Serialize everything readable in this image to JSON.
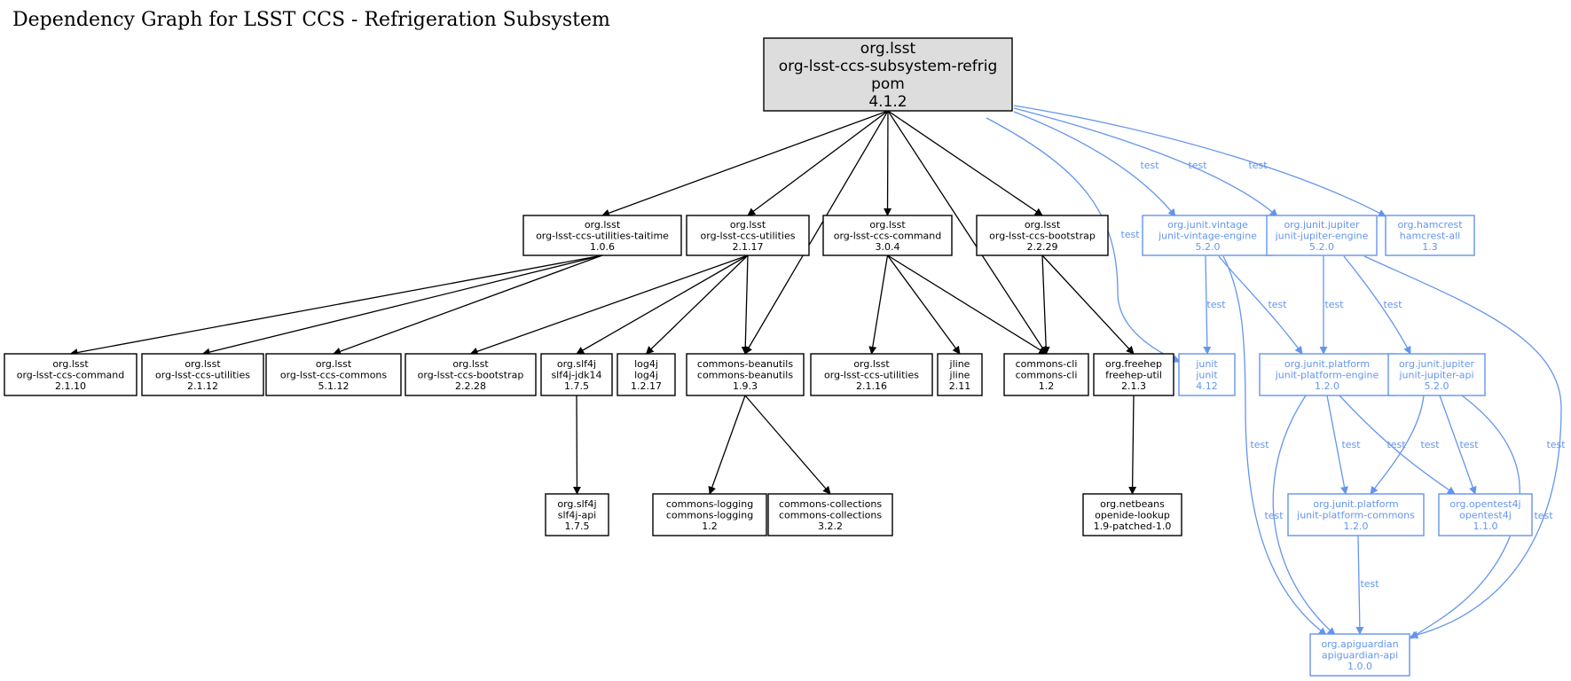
{
  "title": "Dependency Graph for LSST CCS - Refrigeration Subsystem",
  "colors": {
    "compile": "#000000",
    "test": "#6495ed",
    "root_fill": "#dddddd",
    "node_fill": "#ffffff"
  },
  "nodes": [
    {
      "id": "root",
      "lines": [
        "org.lsst",
        "org-lsst-ccs-subsystem-refrig",
        "pom",
        "4.1.2"
      ],
      "scope": "root"
    },
    {
      "id": "taitime",
      "lines": [
        "org.lsst",
        "org-lsst-ccs-utilities-taitime",
        "1.0.6"
      ],
      "scope": "compile"
    },
    {
      "id": "utilities_2117",
      "lines": [
        "org.lsst",
        "org-lsst-ccs-utilities",
        "2.1.17"
      ],
      "scope": "compile"
    },
    {
      "id": "command_304",
      "lines": [
        "org.lsst",
        "org-lsst-ccs-command",
        "3.0.4"
      ],
      "scope": "compile"
    },
    {
      "id": "bootstrap_2229",
      "lines": [
        "org.lsst",
        "org-lsst-ccs-bootstrap",
        "2.2.29"
      ],
      "scope": "compile"
    },
    {
      "id": "vintage",
      "lines": [
        "org.junit.vintage",
        "junit-vintage-engine",
        "5.2.0"
      ],
      "scope": "test"
    },
    {
      "id": "jupiter_engine",
      "lines": [
        "org.junit.jupiter",
        "junit-jupiter-engine",
        "5.2.0"
      ],
      "scope": "test"
    },
    {
      "id": "hamcrest",
      "lines": [
        "org.hamcrest",
        "hamcrest-all",
        "1.3"
      ],
      "scope": "test"
    },
    {
      "id": "command_2110",
      "lines": [
        "org.lsst",
        "org-lsst-ccs-command",
        "2.1.10"
      ],
      "scope": "compile"
    },
    {
      "id": "utilities_2112",
      "lines": [
        "org.lsst",
        "org-lsst-ccs-utilities",
        "2.1.12"
      ],
      "scope": "compile"
    },
    {
      "id": "commons_5112",
      "lines": [
        "org.lsst",
        "org-lsst-ccs-commons",
        "5.1.12"
      ],
      "scope": "compile"
    },
    {
      "id": "bootstrap_2228",
      "lines": [
        "org.lsst",
        "org-lsst-ccs-bootstrap",
        "2.2.28"
      ],
      "scope": "compile"
    },
    {
      "id": "slf4j_jdk14",
      "lines": [
        "org.slf4j",
        "slf4j-jdk14",
        "1.7.5"
      ],
      "scope": "compile"
    },
    {
      "id": "log4j",
      "lines": [
        "log4j",
        "log4j",
        "1.2.17"
      ],
      "scope": "compile"
    },
    {
      "id": "beanutils",
      "lines": [
        "commons-beanutils",
        "commons-beanutils",
        "1.9.3"
      ],
      "scope": "compile"
    },
    {
      "id": "utilities_2116",
      "lines": [
        "org.lsst",
        "org-lsst-ccs-utilities",
        "2.1.16"
      ],
      "scope": "compile"
    },
    {
      "id": "jline",
      "lines": [
        "jline",
        "jline",
        "2.11"
      ],
      "scope": "compile"
    },
    {
      "id": "commons_cli",
      "lines": [
        "commons-cli",
        "commons-cli",
        "1.2"
      ],
      "scope": "compile"
    },
    {
      "id": "freehep",
      "lines": [
        "org.freehep",
        "freehep-util",
        "2.1.3"
      ],
      "scope": "compile"
    },
    {
      "id": "junit",
      "lines": [
        "junit",
        "junit",
        "4.12"
      ],
      "scope": "test"
    },
    {
      "id": "platform_engine",
      "lines": [
        "org.junit.platform",
        "junit-platform-engine",
        "1.2.0"
      ],
      "scope": "test"
    },
    {
      "id": "jupiter_api",
      "lines": [
        "org.junit.jupiter",
        "junit-jupiter-api",
        "5.2.0"
      ],
      "scope": "test"
    },
    {
      "id": "slf4j_api",
      "lines": [
        "org.slf4j",
        "slf4j-api",
        "1.7.5"
      ],
      "scope": "compile"
    },
    {
      "id": "commons_logging",
      "lines": [
        "commons-logging",
        "commons-logging",
        "1.2"
      ],
      "scope": "compile"
    },
    {
      "id": "commons_collections",
      "lines": [
        "commons-collections",
        "commons-collections",
        "3.2.2"
      ],
      "scope": "compile"
    },
    {
      "id": "openide",
      "lines": [
        "org.netbeans",
        "openide-lookup",
        "1.9-patched-1.0"
      ],
      "scope": "compile"
    },
    {
      "id": "platform_commons",
      "lines": [
        "org.junit.platform",
        "junit-platform-commons",
        "1.2.0"
      ],
      "scope": "test"
    },
    {
      "id": "opentest4j",
      "lines": [
        "org.opentest4j",
        "opentest4j",
        "1.1.0"
      ],
      "scope": "test"
    },
    {
      "id": "apiguardian",
      "lines": [
        "org.apiguardian",
        "apiguardian-api",
        "1.0.0"
      ],
      "scope": "test"
    }
  ],
  "edges": [
    {
      "from": "root",
      "to": "taitime",
      "scope": "compile",
      "label": ""
    },
    {
      "from": "root",
      "to": "utilities_2117",
      "scope": "compile",
      "label": ""
    },
    {
      "from": "root",
      "to": "beanutils",
      "scope": "compile",
      "label": ""
    },
    {
      "from": "root",
      "to": "command_304",
      "scope": "compile",
      "label": ""
    },
    {
      "from": "root",
      "to": "commons_cli",
      "scope": "compile",
      "label": ""
    },
    {
      "from": "root",
      "to": "bootstrap_2229",
      "scope": "compile",
      "label": ""
    },
    {
      "from": "root",
      "to": "junit",
      "scope": "test",
      "label": "test"
    },
    {
      "from": "root",
      "to": "vintage",
      "scope": "test",
      "label": "test"
    },
    {
      "from": "root",
      "to": "jupiter_engine",
      "scope": "test",
      "label": "test"
    },
    {
      "from": "root",
      "to": "hamcrest",
      "scope": "test",
      "label": "test"
    },
    {
      "from": "taitime",
      "to": "command_2110",
      "scope": "compile",
      "label": ""
    },
    {
      "from": "taitime",
      "to": "utilities_2112",
      "scope": "compile",
      "label": ""
    },
    {
      "from": "taitime",
      "to": "commons_5112",
      "scope": "compile",
      "label": ""
    },
    {
      "from": "utilities_2117",
      "to": "bootstrap_2228",
      "scope": "compile",
      "label": ""
    },
    {
      "from": "utilities_2117",
      "to": "slf4j_jdk14",
      "scope": "compile",
      "label": ""
    },
    {
      "from": "utilities_2117",
      "to": "log4j",
      "scope": "compile",
      "label": ""
    },
    {
      "from": "utilities_2117",
      "to": "beanutils",
      "scope": "compile",
      "label": ""
    },
    {
      "from": "command_304",
      "to": "utilities_2116",
      "scope": "compile",
      "label": ""
    },
    {
      "from": "command_304",
      "to": "jline",
      "scope": "compile",
      "label": ""
    },
    {
      "from": "command_304",
      "to": "commons_cli",
      "scope": "compile",
      "label": ""
    },
    {
      "from": "bootstrap_2229",
      "to": "commons_cli",
      "scope": "compile",
      "label": ""
    },
    {
      "from": "bootstrap_2229",
      "to": "freehep",
      "scope": "compile",
      "label": ""
    },
    {
      "from": "vintage",
      "to": "junit",
      "scope": "test",
      "label": "test"
    },
    {
      "from": "vintage",
      "to": "platform_engine",
      "scope": "test",
      "label": "test"
    },
    {
      "from": "vintage",
      "to": "apiguardian",
      "scope": "test",
      "label": "test"
    },
    {
      "from": "jupiter_engine",
      "to": "platform_engine",
      "scope": "test",
      "label": "test"
    },
    {
      "from": "jupiter_engine",
      "to": "jupiter_api",
      "scope": "test",
      "label": "test"
    },
    {
      "from": "jupiter_engine",
      "to": "apiguardian",
      "scope": "test",
      "label": "test"
    },
    {
      "from": "slf4j_jdk14",
      "to": "slf4j_api",
      "scope": "compile",
      "label": ""
    },
    {
      "from": "beanutils",
      "to": "commons_logging",
      "scope": "compile",
      "label": ""
    },
    {
      "from": "beanutils",
      "to": "commons_collections",
      "scope": "compile",
      "label": ""
    },
    {
      "from": "freehep",
      "to": "openide",
      "scope": "compile",
      "label": ""
    },
    {
      "from": "platform_engine",
      "to": "platform_commons",
      "scope": "test",
      "label": "test"
    },
    {
      "from": "platform_engine",
      "to": "opentest4j",
      "scope": "test",
      "label": "test"
    },
    {
      "from": "platform_engine",
      "to": "apiguardian",
      "scope": "test",
      "label": "test"
    },
    {
      "from": "jupiter_api",
      "to": "platform_commons",
      "scope": "test",
      "label": "test"
    },
    {
      "from": "jupiter_api",
      "to": "opentest4j",
      "scope": "test",
      "label": "test"
    },
    {
      "from": "jupiter_api",
      "to": "apiguardian",
      "scope": "test",
      "label": "test"
    },
    {
      "from": "platform_commons",
      "to": "apiguardian",
      "scope": "test",
      "label": "test"
    }
  ]
}
